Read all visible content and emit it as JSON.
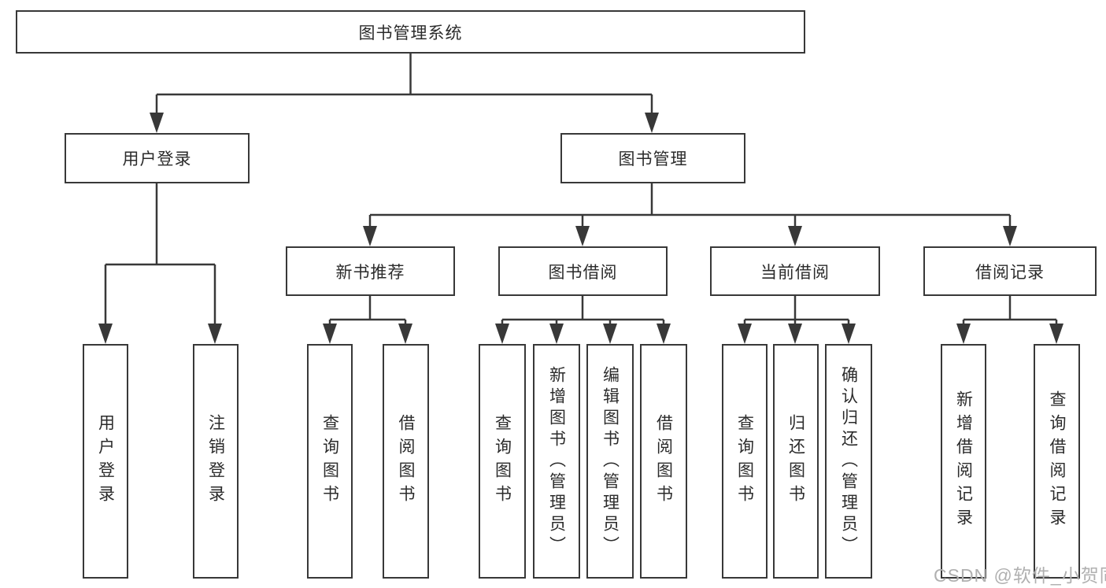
{
  "diagram_title": "图书管理系统",
  "nodes": {
    "root": "图书管理系统",
    "user_login": "用户登录",
    "book_mgmt": "图书管理",
    "new_book_rec": "新书推荐",
    "book_borrow": "图书借阅",
    "current_borrow": "当前借阅",
    "borrow_records": "借阅记录",
    "leaf_user_login": "用户登录",
    "leaf_logout": "注销登录",
    "rec_query_book": "查询图书",
    "rec_borrow_book": "借阅图书",
    "bb_query_book": "查询图书",
    "bb_add_book": "新增图书（管理员）",
    "bb_edit_book": "编辑图书（管理员）",
    "bb_borrow_book": "借阅图书",
    "cb_query_book": "查询图书",
    "cb_return_book": "归还图书",
    "cb_confirm_return": "确认归还（管理员）",
    "br_add_record": "新增借阅记录",
    "br_query_record": "查询借阅记录"
  },
  "edges": [
    {
      "from": "root",
      "to": "user_login"
    },
    {
      "from": "root",
      "to": "book_mgmt"
    },
    {
      "from": "user_login",
      "to": "leaf_user_login"
    },
    {
      "from": "user_login",
      "to": "leaf_logout"
    },
    {
      "from": "book_mgmt",
      "to": "new_book_rec"
    },
    {
      "from": "book_mgmt",
      "to": "book_borrow"
    },
    {
      "from": "book_mgmt",
      "to": "current_borrow"
    },
    {
      "from": "book_mgmt",
      "to": "borrow_records"
    },
    {
      "from": "new_book_rec",
      "to": "rec_query_book"
    },
    {
      "from": "new_book_rec",
      "to": "rec_borrow_book"
    },
    {
      "from": "book_borrow",
      "to": "bb_query_book"
    },
    {
      "from": "book_borrow",
      "to": "bb_add_book"
    },
    {
      "from": "book_borrow",
      "to": "bb_edit_book"
    },
    {
      "from": "book_borrow",
      "to": "bb_borrow_book"
    },
    {
      "from": "current_borrow",
      "to": "cb_query_book"
    },
    {
      "from": "current_borrow",
      "to": "cb_return_book"
    },
    {
      "from": "current_borrow",
      "to": "cb_confirm_return"
    },
    {
      "from": "borrow_records",
      "to": "br_add_record"
    },
    {
      "from": "borrow_records",
      "to": "br_query_record"
    }
  ],
  "watermark": "CSDN @软件_小贺同学",
  "colors": {
    "line": "#383838",
    "text": "#2b2b2b",
    "box_background": "#ffffff",
    "watermark": "#b0b0b0",
    "page_background": "#ffffff"
  }
}
